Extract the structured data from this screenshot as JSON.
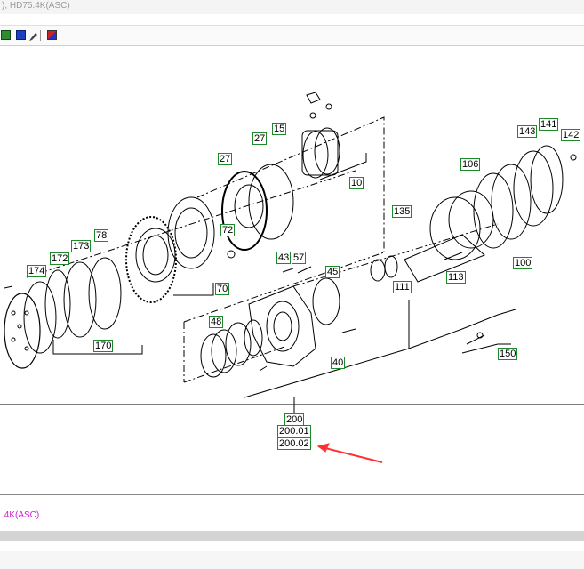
{
  "window": {
    "title_fragment": "), HD75.4K(ASC)"
  },
  "toolbar": {
    "buttons": [
      {
        "name": "green-square-icon",
        "color": "#2e8b2e"
      },
      {
        "name": "blue-grid-icon",
        "color": "#1a3fc0"
      },
      {
        "name": "pencil-icon",
        "color": "#555555"
      },
      {
        "name": "eraser-icon",
        "color": "#b0b0b0"
      },
      {
        "name": "color-palette-icon",
        "color": "#cc2222"
      }
    ]
  },
  "diagram": {
    "callouts": [
      "174",
      "172",
      "173",
      "78",
      "170",
      "72",
      "70",
      "27",
      "27",
      "15",
      "10",
      "43",
      "57",
      "45",
      "48",
      "40",
      "111",
      "113",
      "135",
      "106",
      "143",
      "141",
      "142",
      "100",
      "150"
    ],
    "assembly_labels": [
      "200",
      "200.01",
      "200.02"
    ]
  },
  "status": {
    "text": ".4K(ASC)",
    "color": "#d020d0"
  }
}
